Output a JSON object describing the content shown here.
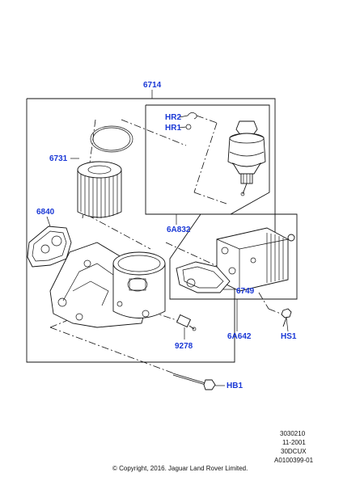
{
  "callouts": {
    "c6714": "6714",
    "hr2": "HR2",
    "hr1": "HR1",
    "c6731": "6731",
    "c6840": "6840",
    "c6a832": "6A832",
    "c6749": "6749",
    "c6a642": "6A642",
    "hs1": "HS1",
    "c9278": "9278",
    "hb1": "HB1"
  },
  "reference": {
    "line1": "3030210",
    "line2": "11-2001",
    "line3": "30DCUX",
    "line4": "A0100399-01"
  },
  "copyright": "© Copyright, 2016. Jaguar Land Rover Limited.",
  "colors": {
    "callout": "#1a38d6",
    "line": "#111111"
  }
}
